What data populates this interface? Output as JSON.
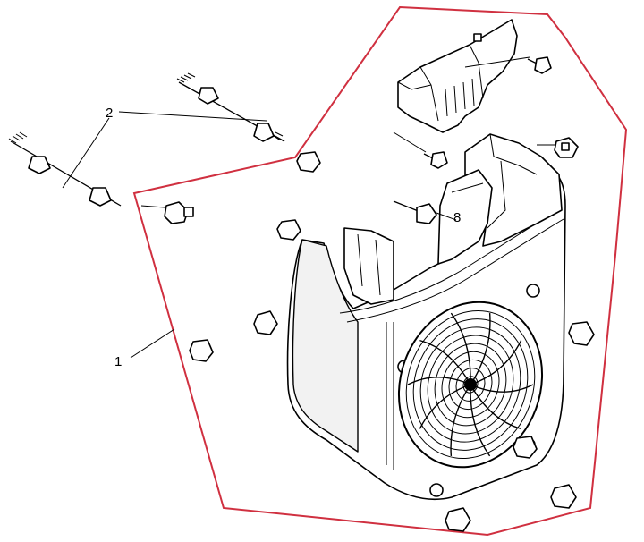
{
  "diagram": {
    "boundary_color": "#d03040",
    "callouts": [
      {
        "key": "label_1",
        "text": "1"
      },
      {
        "key": "label_2",
        "text": "2"
      },
      {
        "key": "label_8",
        "text": "8"
      }
    ]
  }
}
